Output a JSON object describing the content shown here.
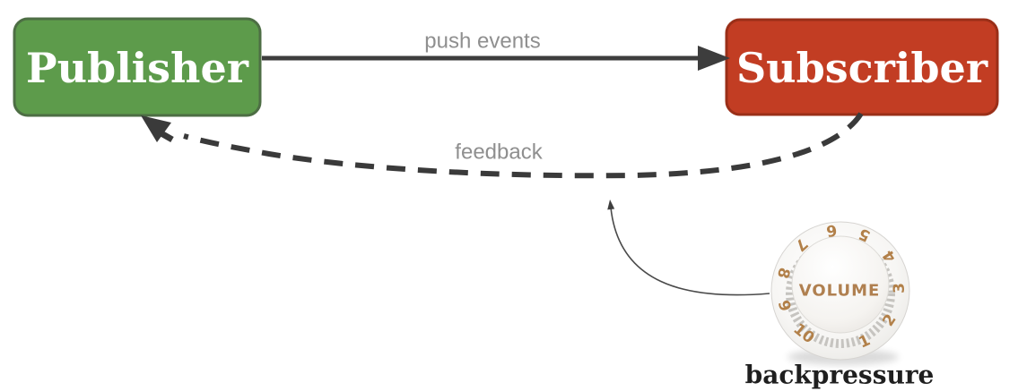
{
  "nodes": {
    "publisher": {
      "label": "Publisher",
      "fill": "#5d9b4b",
      "border": "#4d6e44"
    },
    "subscriber": {
      "label": "Subscriber",
      "fill": "#c23d23",
      "border": "#9a2f18"
    }
  },
  "arrows": {
    "push_events": {
      "label": "push events",
      "type": "solid",
      "color": "#3d3d3d"
    },
    "feedback": {
      "label": "feedback",
      "type": "dashed",
      "color": "#3a3a3a"
    }
  },
  "arrow_label_color": "#8f8f8f",
  "knob": {
    "face_label": "VOLUME",
    "caption": "backpressure",
    "scale_numbers": [
      "1",
      "2",
      "3",
      "4",
      "5",
      "6",
      "7",
      "8",
      "9",
      "10"
    ],
    "text_color": "#b28049",
    "body_color": "#f4f2ef"
  }
}
